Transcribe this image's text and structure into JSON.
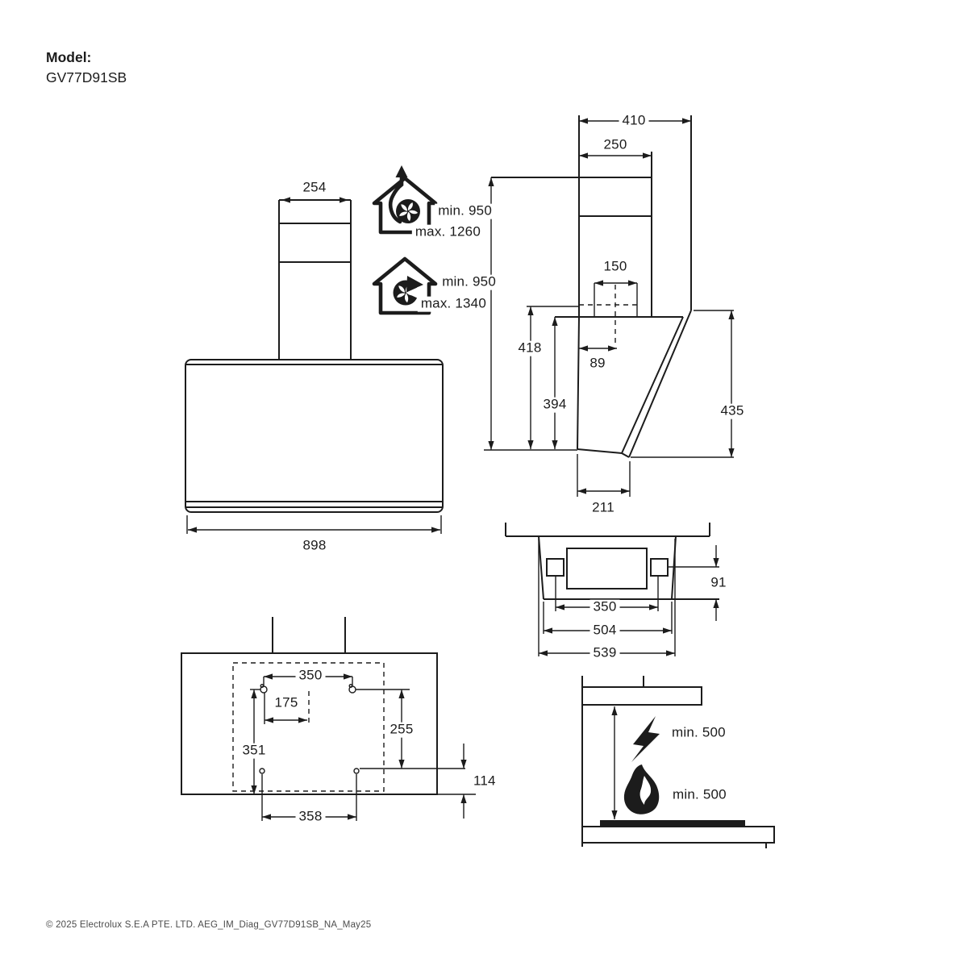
{
  "colors": {
    "line": "#1c1c1c",
    "muted_text": "#4c4c4c",
    "background": "#ffffff"
  },
  "header": {
    "model_label": "Model:",
    "model_value": "GV77D91SB"
  },
  "front_view": {
    "chimney_width": "254",
    "body_width": "898"
  },
  "install_heights": {
    "exhaust_min": "min. 950",
    "exhaust_max": "max. 1260",
    "recirc_min": "min. 950",
    "recirc_max": "max. 1340"
  },
  "side_view": {
    "overall_depth": "410",
    "chimney_depth": "250",
    "duct_width": "150",
    "duct_to_bottom": "418",
    "duct_offset": "89",
    "front_height": "394",
    "rear_height": "435",
    "bottom_depth": "211"
  },
  "top_view": {
    "bracket_span": "350",
    "inner_width": "504",
    "overall_width": "539",
    "bracket_drop": "91"
  },
  "template": {
    "top_hole_span": "350",
    "half_span": "175",
    "vertical_span": "351",
    "hole_drop": "255",
    "bottom_offset": "114",
    "bottom_hole_span": "358"
  },
  "clearance": {
    "electric_min": "min. 500",
    "gas_min": "min. 500"
  },
  "footer": {
    "copyright": "© 2025 Electrolux S.E.A PTE. LTD. AEG_IM_Diag_GV77D91SB_NA_May25"
  }
}
